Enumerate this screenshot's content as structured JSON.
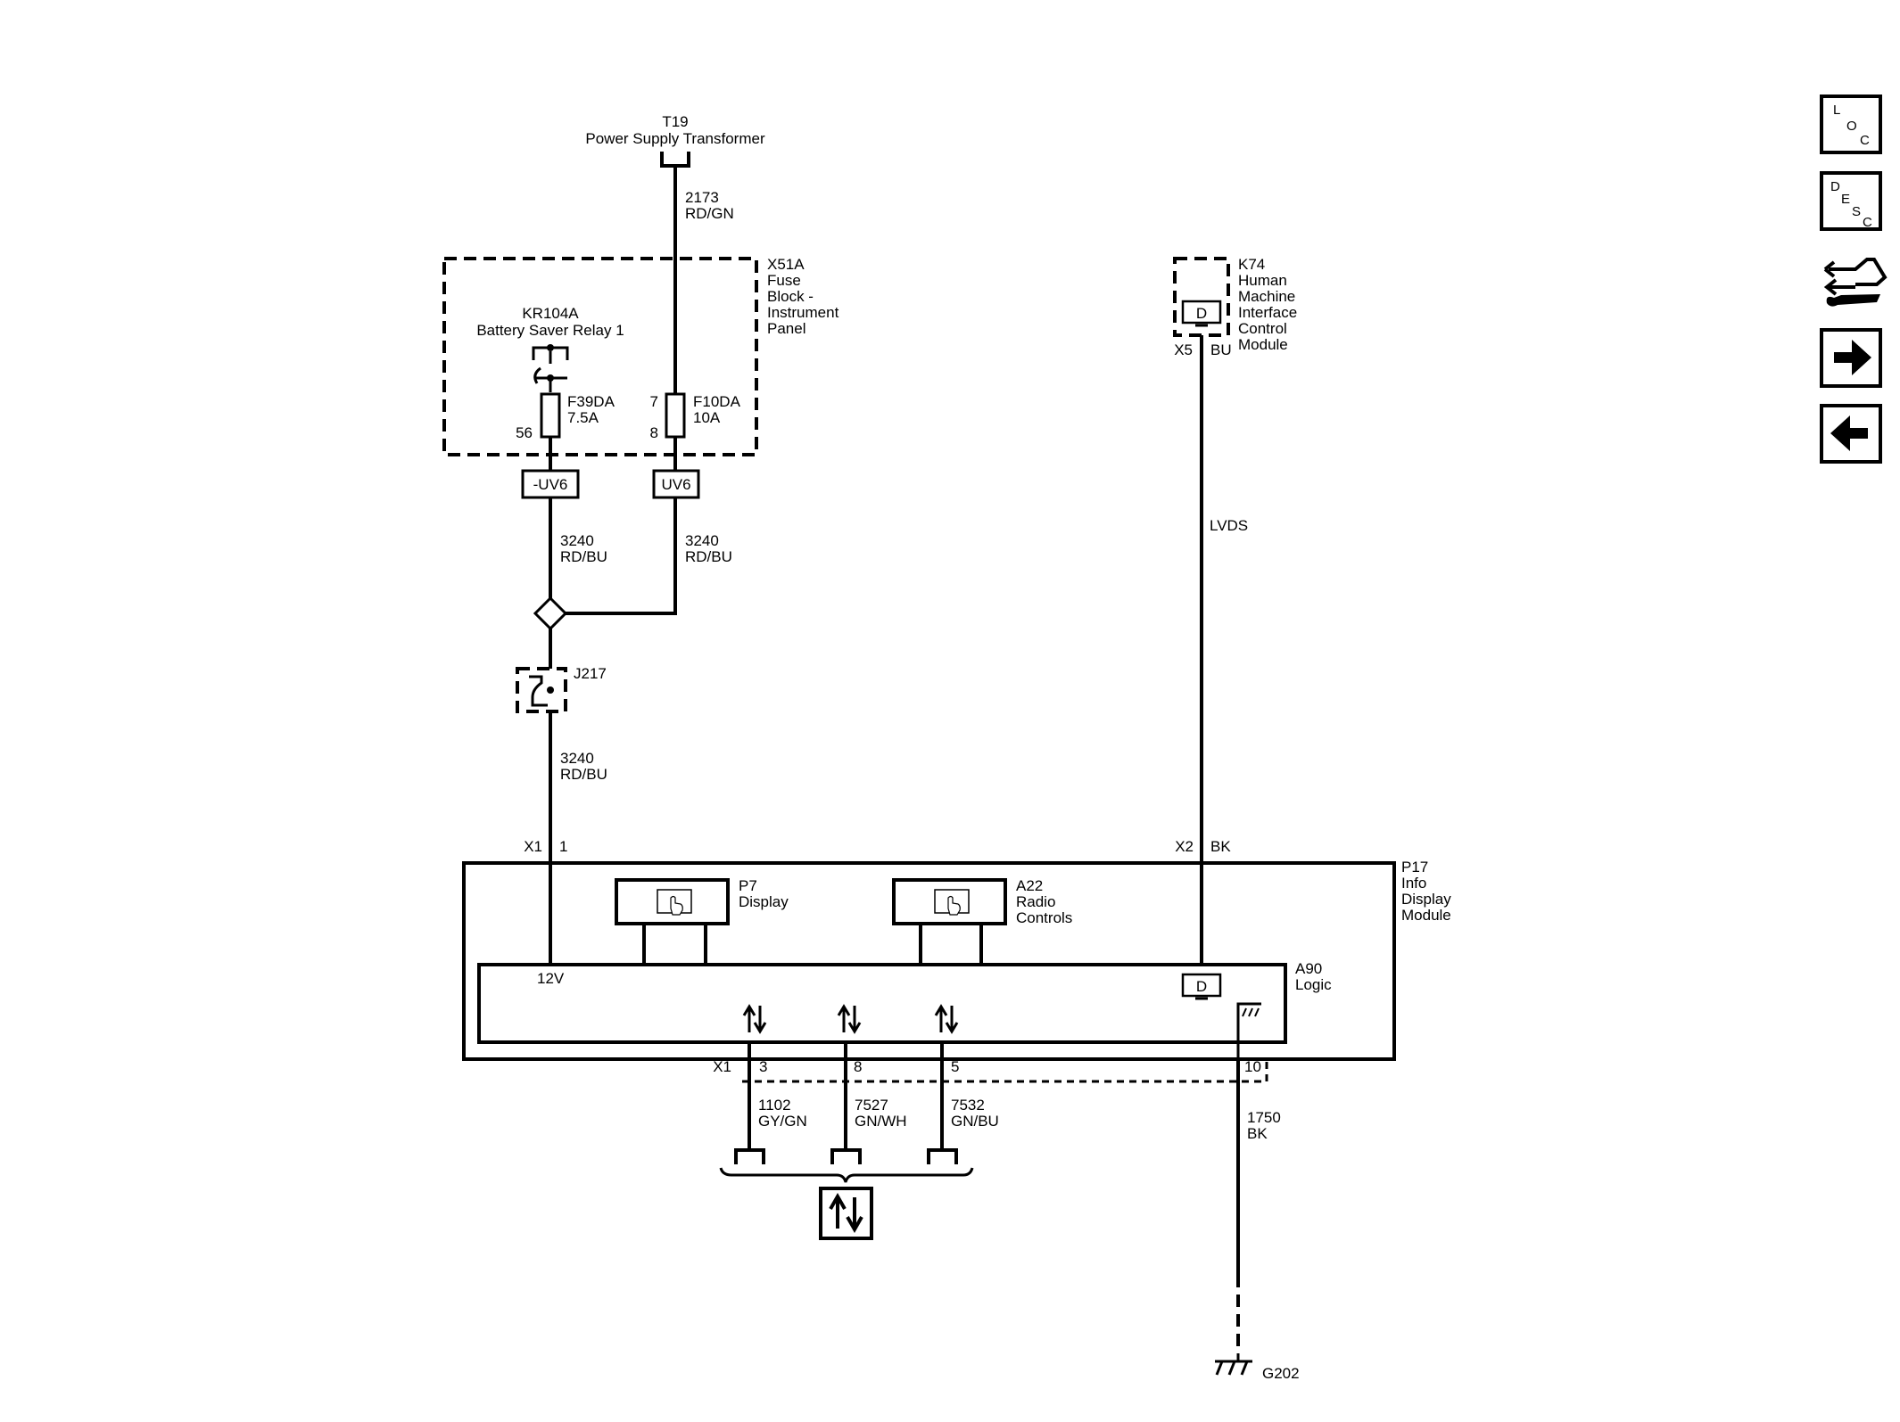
{
  "components": {
    "t19": {
      "id": "T19",
      "name": "Power Supply Transformer"
    },
    "x51a": {
      "id": "X51A",
      "line1": "Fuse",
      "line2": "Block -",
      "line3": "Instrument",
      "line4": "Panel"
    },
    "kr104a": {
      "id": "KR104A",
      "name": "Battery Saver Relay 1"
    },
    "f39da": {
      "id": "F39DA",
      "rating": "7.5A",
      "pin_out": "56"
    },
    "f10da": {
      "id": "F10DA",
      "rating": "10A",
      "pin_in": "7",
      "pin_out": "8"
    },
    "k74": {
      "id": "K74",
      "line1": "Human",
      "line2": "Machine",
      "line3": "Interface",
      "line4": "Control",
      "line5": "Module",
      "connector": "X5",
      "wire_color": "BU"
    },
    "j217": {
      "id": "J217"
    },
    "p17": {
      "id": "P17",
      "line1": "Info",
      "line2": "Display",
      "line3": "Module"
    },
    "p7": {
      "id": "P7",
      "name": "Display"
    },
    "a22": {
      "id": "A22",
      "line1": "Radio",
      "line2": "Controls"
    },
    "a90": {
      "id": "A90",
      "name": "Logic",
      "supply_label": "12V"
    },
    "g202": {
      "id": "G202"
    }
  },
  "options": {
    "uv6_neg": "-UV6",
    "uv6": "UV6"
  },
  "display_symbol_letter": "D",
  "wires": {
    "w2173": {
      "circuit": "2173",
      "color": "RD/GN"
    },
    "w3240a": {
      "circuit": "3240",
      "color": "RD/BU"
    },
    "w3240b": {
      "circuit": "3240",
      "color": "RD/BU"
    },
    "w3240c": {
      "circuit": "3240",
      "color": "RD/BU"
    },
    "lvds": {
      "label": "LVDS"
    },
    "w1102": {
      "circuit": "1102",
      "color": "GY/GN"
    },
    "w7527": {
      "circuit": "7527",
      "color": "GN/WH"
    },
    "w7532": {
      "circuit": "7532",
      "color": "GN/BU"
    },
    "w1750": {
      "circuit": "1750",
      "color": "BK"
    }
  },
  "connectors": {
    "x1_top": {
      "name": "X1",
      "pin": "1"
    },
    "x2_top": {
      "name": "X2",
      "pin": "BK"
    },
    "x1_bottom": {
      "name": "X1",
      "pin3": "3",
      "pin8": "8",
      "pin5": "5",
      "pin10": "10"
    }
  },
  "nav": {
    "loc": {
      "l1": "L",
      "l2": "O",
      "l3": "C"
    },
    "desc": {
      "l1": "D",
      "l2": "E",
      "l3": "S",
      "l4": "C"
    },
    "icons": [
      "connector-end-view-icon",
      "next-arrow-icon",
      "previous-arrow-icon"
    ]
  }
}
